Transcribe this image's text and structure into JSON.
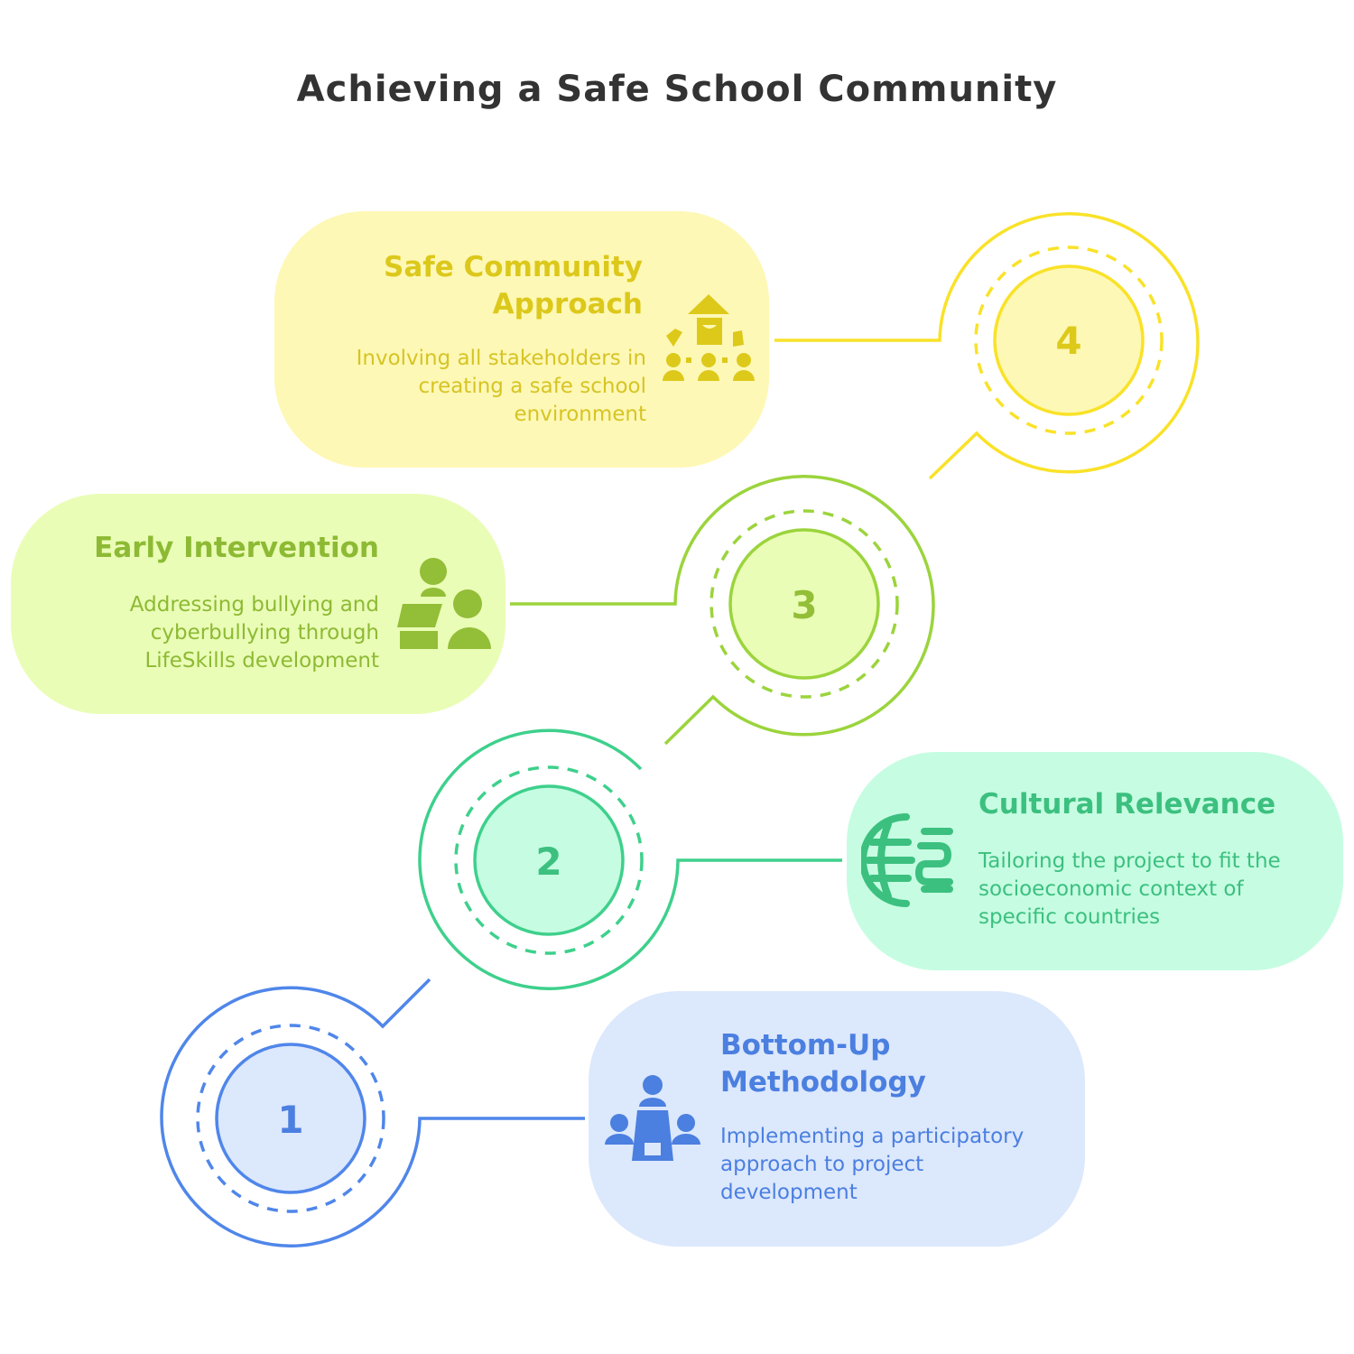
{
  "title": "Achieving a Safe School Community",
  "colors": {
    "yellow": "#F9E228",
    "lime": "#9BD43C",
    "mint": "#3ED08C",
    "blue": "#4F86EA"
  },
  "steps": [
    {
      "number": "1",
      "title": "Bottom-Up Methodology",
      "description": "Implementing a participatory approach to project development",
      "icon": "group-meeting-icon"
    },
    {
      "number": "2",
      "title": "Cultural Relevance",
      "description": "Tailoring the project to fit the socioeconomic context of specific countries",
      "icon": "globe-currency-icon"
    },
    {
      "number": "3",
      "title": "Early Intervention",
      "description": "Addressing bullying and cyberbullying through LifeSkills development",
      "icon": "teacher-student-icon"
    },
    {
      "number": "4",
      "title": "Safe Community Approach",
      "description": "Involving all stakeholders in creating a safe school environment",
      "icon": "school-community-icon"
    }
  ]
}
